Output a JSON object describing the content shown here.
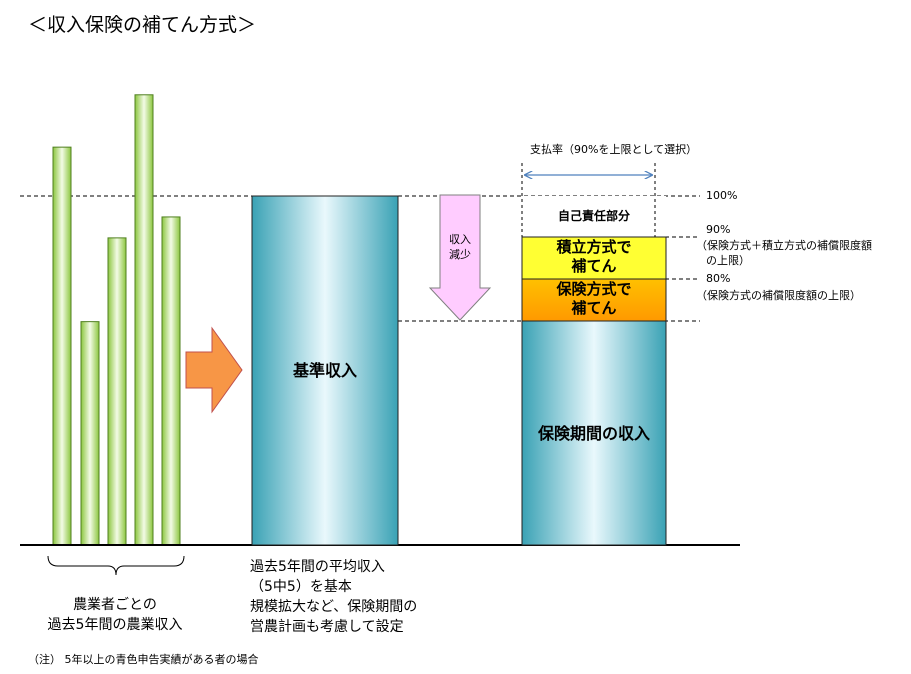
{
  "title": "＜収入保険の補てん方式＞",
  "history": {
    "label_line1": "農業者ごとの",
    "label_line2": "過去5年間の農業収入",
    "bar_heights_relative_to_base": [
      1.14,
      0.64,
      0.88,
      1.29,
      0.94
    ]
  },
  "base_income": {
    "label": "基準収入",
    "caption_line1": "過去5年間の平均収入",
    "caption_line2": "（5中5）を基本",
    "caption_line3": "規模拡大など、保険期間の",
    "caption_line4": "営農計画も考慮して設定"
  },
  "decrease": {
    "line1": "収入",
    "line2": "減少"
  },
  "insured": {
    "payout_rate": "支払率（90%を上限として選択）",
    "self_responsibility": "自己責任部分",
    "reserve_line1": "積立方式で",
    "reserve_line2": "補てん",
    "insurance_line1": "保険方式で",
    "insurance_line2": "補てん",
    "period_income": "保険期間の収入",
    "level_100": "100%",
    "level_90": "90%",
    "level_90_note_line1": "（保険方式＋積立方式の補償限度額",
    "level_90_note_line2": "の上限）",
    "level_80": "80%",
    "level_80_note": "（保険方式の補償限度額の上限）"
  },
  "note": "（注）  5年以上の青色申告実績がある者の場合",
  "colors": {
    "green_bar": "#9bd54a",
    "teal_dark": "#3aa2b5",
    "teal_light": "#e9f8fc",
    "yellow": "#ffff33",
    "orange": "#ffa500",
    "pink": "#ffccff",
    "arrow_orange": "#f79646",
    "dim_blue": "#4f81bd"
  }
}
